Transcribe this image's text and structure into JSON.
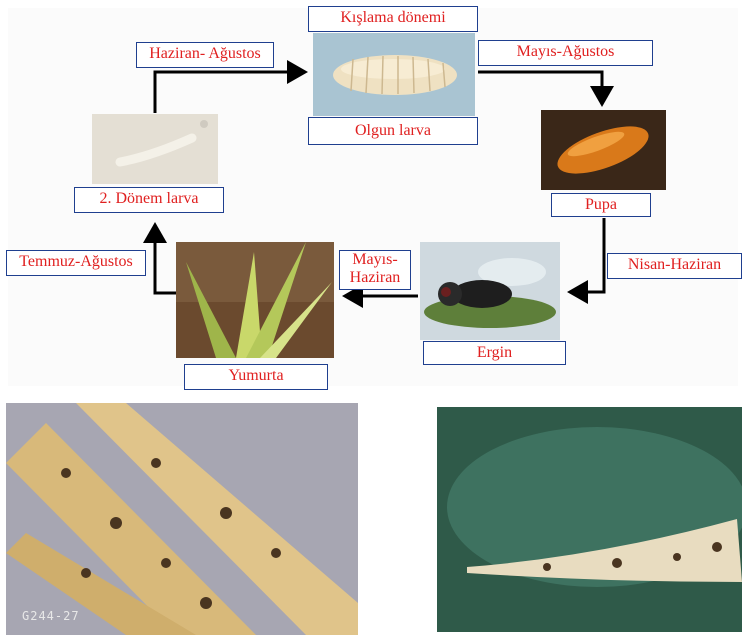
{
  "cycle": {
    "overwintering": "Kışlama dönemi",
    "mature_larva": "Olgun larva",
    "june_august": "Haziran- Ağustos",
    "may_august": "Mayıs-Ağustos",
    "pupa": "Pupa",
    "april_june": "Nisan-Haziran",
    "adult": "Ergin",
    "may_june_1": "Mayıs-",
    "may_june_2": "Haziran",
    "egg": "Yumurta",
    "july_august": "Temmuz-Ağustos",
    "second_instar": "2. Dönem larva"
  },
  "photos": {
    "left_photo_code": "G244-27"
  },
  "colors": {
    "label_text": "#e02020",
    "label_border": "#1f3f8f",
    "arrow": "#000000"
  }
}
